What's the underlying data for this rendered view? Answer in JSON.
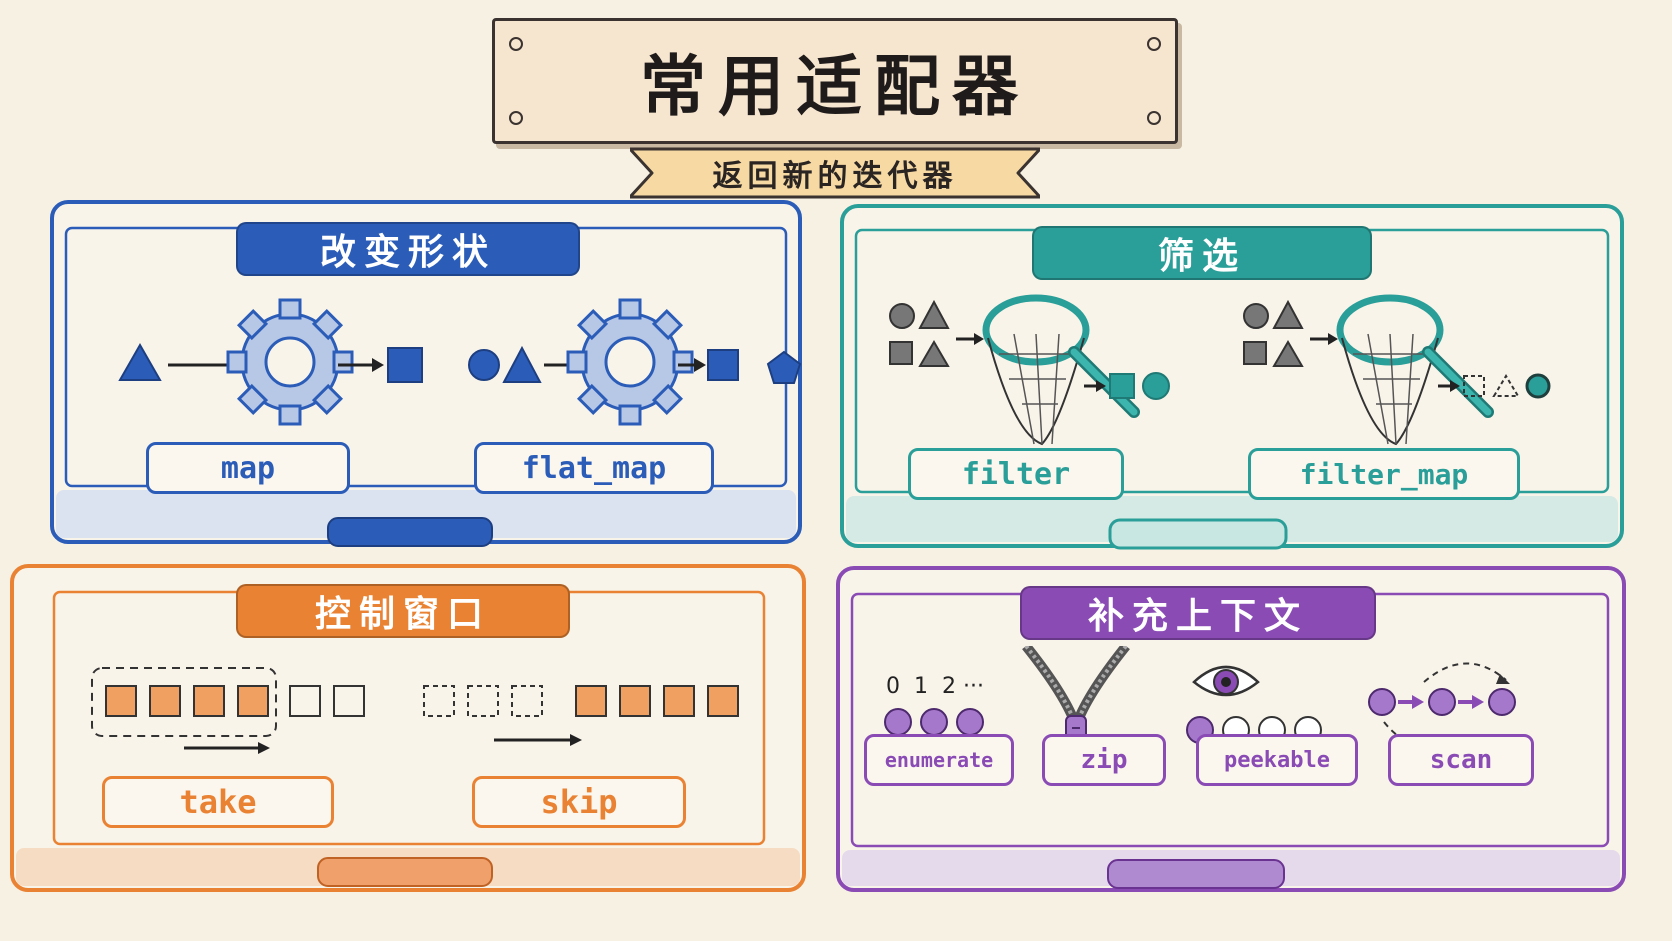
{
  "header": {
    "title": "常用适配器",
    "subtitle": "返回新的迭代器"
  },
  "colors": {
    "blue": "#2b5db8",
    "teal": "#2a9e98",
    "orange": "#e98232",
    "purple": "#8a4bb5",
    "cream": "#f7f1e4"
  },
  "panels": {
    "shape": {
      "title": "改变形状",
      "labels": [
        "map",
        "flat_map"
      ]
    },
    "filter": {
      "title": "筛选",
      "labels": [
        "filter",
        "filter_map"
      ]
    },
    "window": {
      "title": "控制窗口",
      "labels": [
        "take",
        "skip"
      ]
    },
    "context": {
      "title": "补充上下文",
      "labels": [
        "enumerate",
        "zip",
        "peekable",
        "scan"
      ],
      "enumerate_indices": "0  1  2 ···"
    }
  }
}
